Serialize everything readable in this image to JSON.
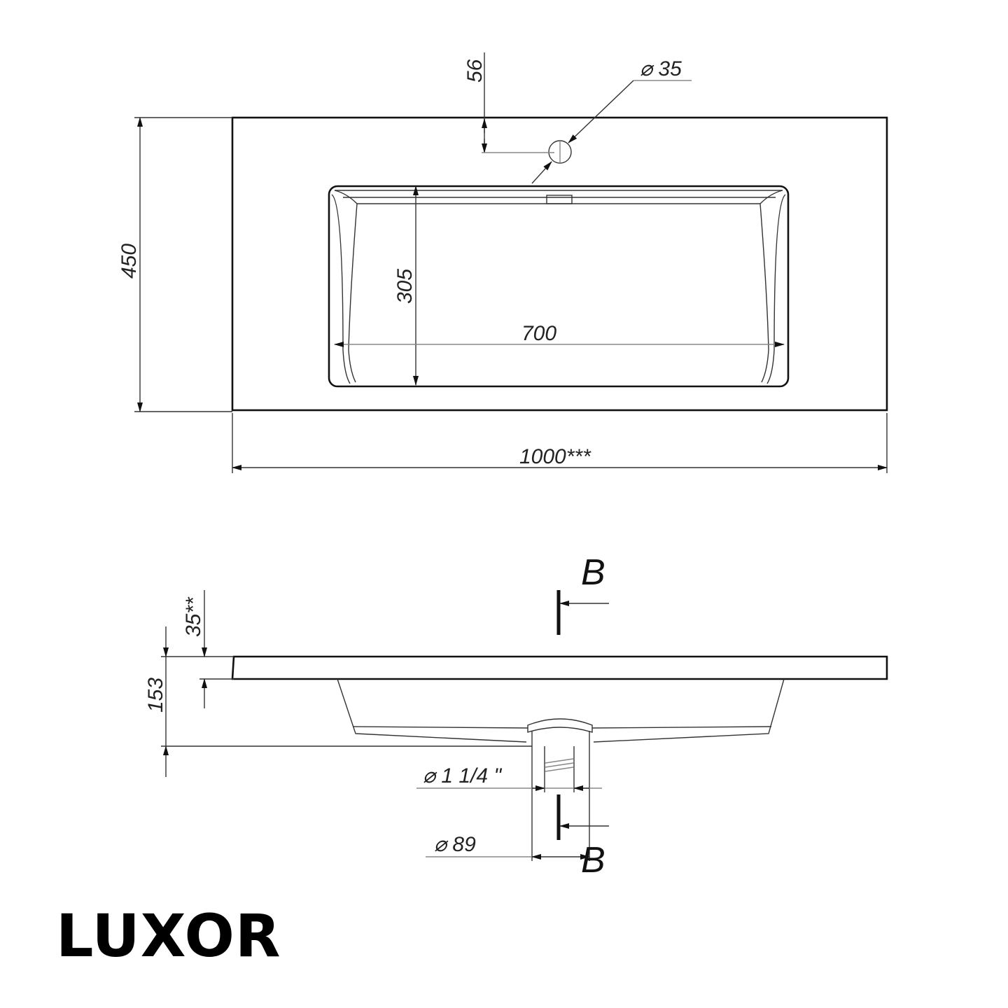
{
  "brand": "LUXOR",
  "top_view": {
    "dim_depth": "450",
    "dim_width": "1000***",
    "dim_tap_offset": "56",
    "dim_tap_hole": "⌀ 35",
    "dim_bowl_depth": "305",
    "dim_bowl_width": "700"
  },
  "side_view": {
    "dim_height": "153",
    "dim_slab": "35**",
    "dim_drain_thread": "⌀ 1 1/4 \"",
    "dim_drain_outer": "⌀ 89",
    "section_top": "B",
    "section_bottom": "B"
  }
}
